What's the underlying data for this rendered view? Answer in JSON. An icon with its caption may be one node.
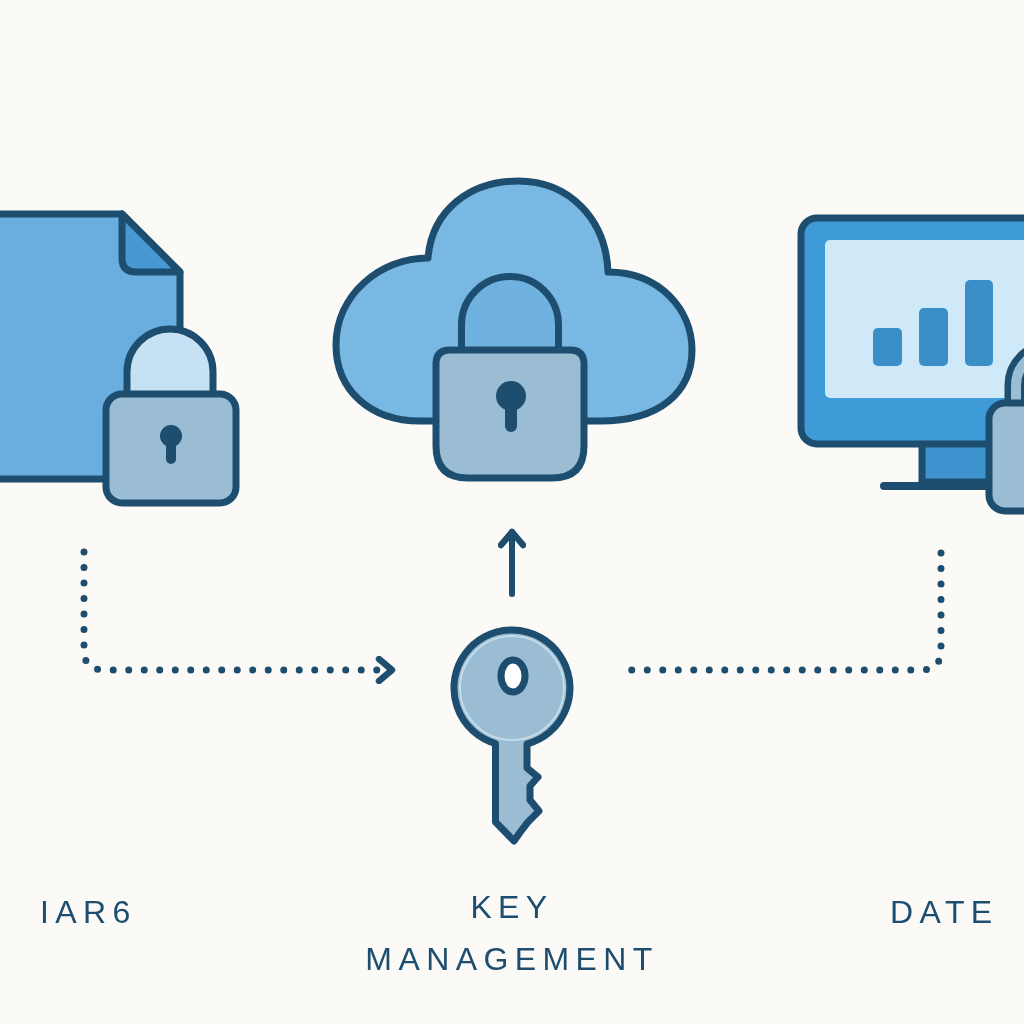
{
  "diagram": {
    "nodes": [
      {
        "text": [],
        "shape": "picture"
      },
      {
        "text": [],
        "shape": "picture"
      },
      {
        "text": [],
        "shape": "picture"
      },
      {
        "text": [],
        "shape": "picture"
      }
    ],
    "edges": [
      {
        "from": 0,
        "to": 3,
        "arrow": "to",
        "style": "dashed"
      },
      {
        "from": 3,
        "to": 1,
        "arrow": "to"
      },
      {
        "from": 2,
        "to": 3,
        "arrow": "none",
        "style": "dashed"
      }
    ],
    "labels": [
      "IAR6",
      "KEY MANAGEMENT",
      "DATE"
    ]
  }
}
